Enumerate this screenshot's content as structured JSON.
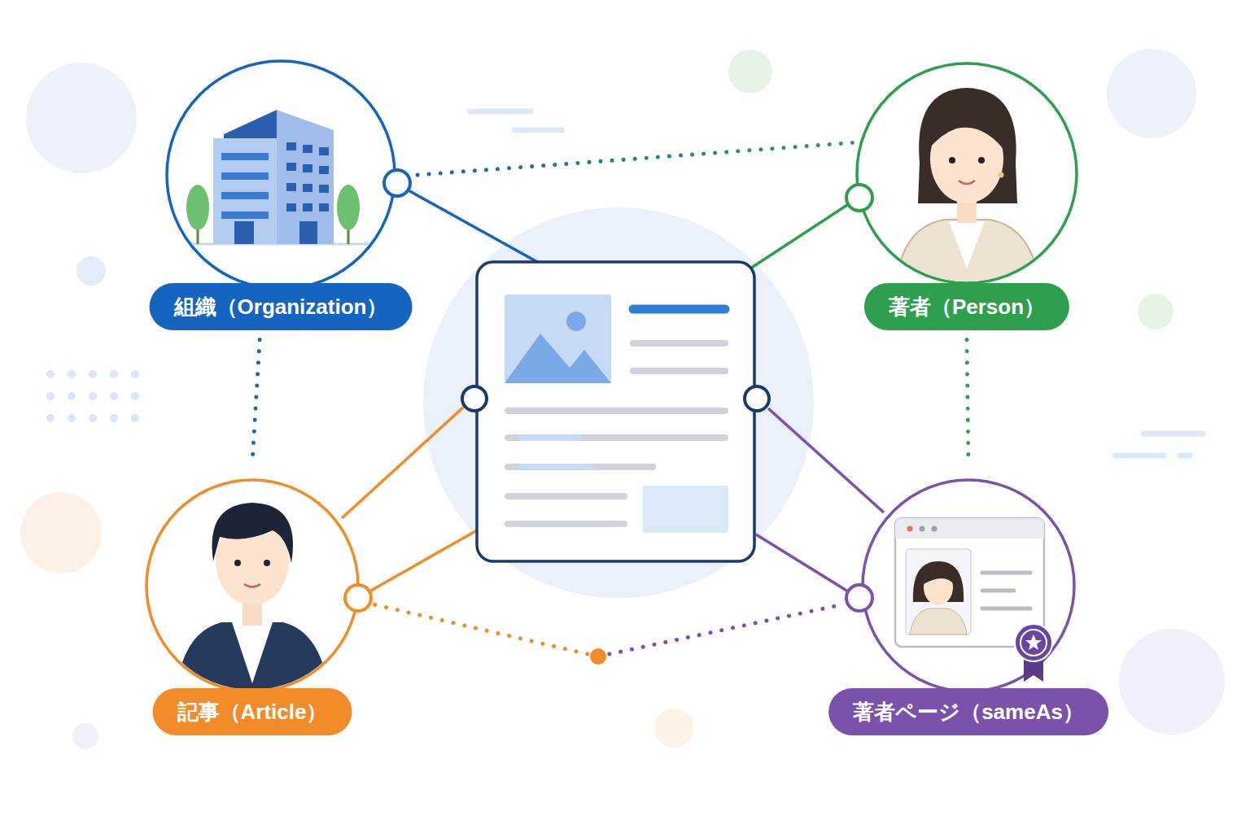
{
  "diagram": {
    "nodes": [
      {
        "text": [
          "組織（Organization）"
        ]
      },
      {
        "text": [
          "著者（Person）"
        ]
      },
      {
        "text": [
          "記事（Article）"
        ]
      },
      {
        "text": [
          "著者ページ（sameAs）"
        ]
      }
    ],
    "edges": [
      {
        "from": 0,
        "to": 1,
        "arrow": "none"
      },
      {
        "from": 0,
        "to": 2,
        "arrow": "none"
      },
      {
        "from": 1,
        "to": 3,
        "arrow": "none"
      },
      {
        "from": 2,
        "to": 3,
        "arrow": "none"
      }
    ]
  }
}
